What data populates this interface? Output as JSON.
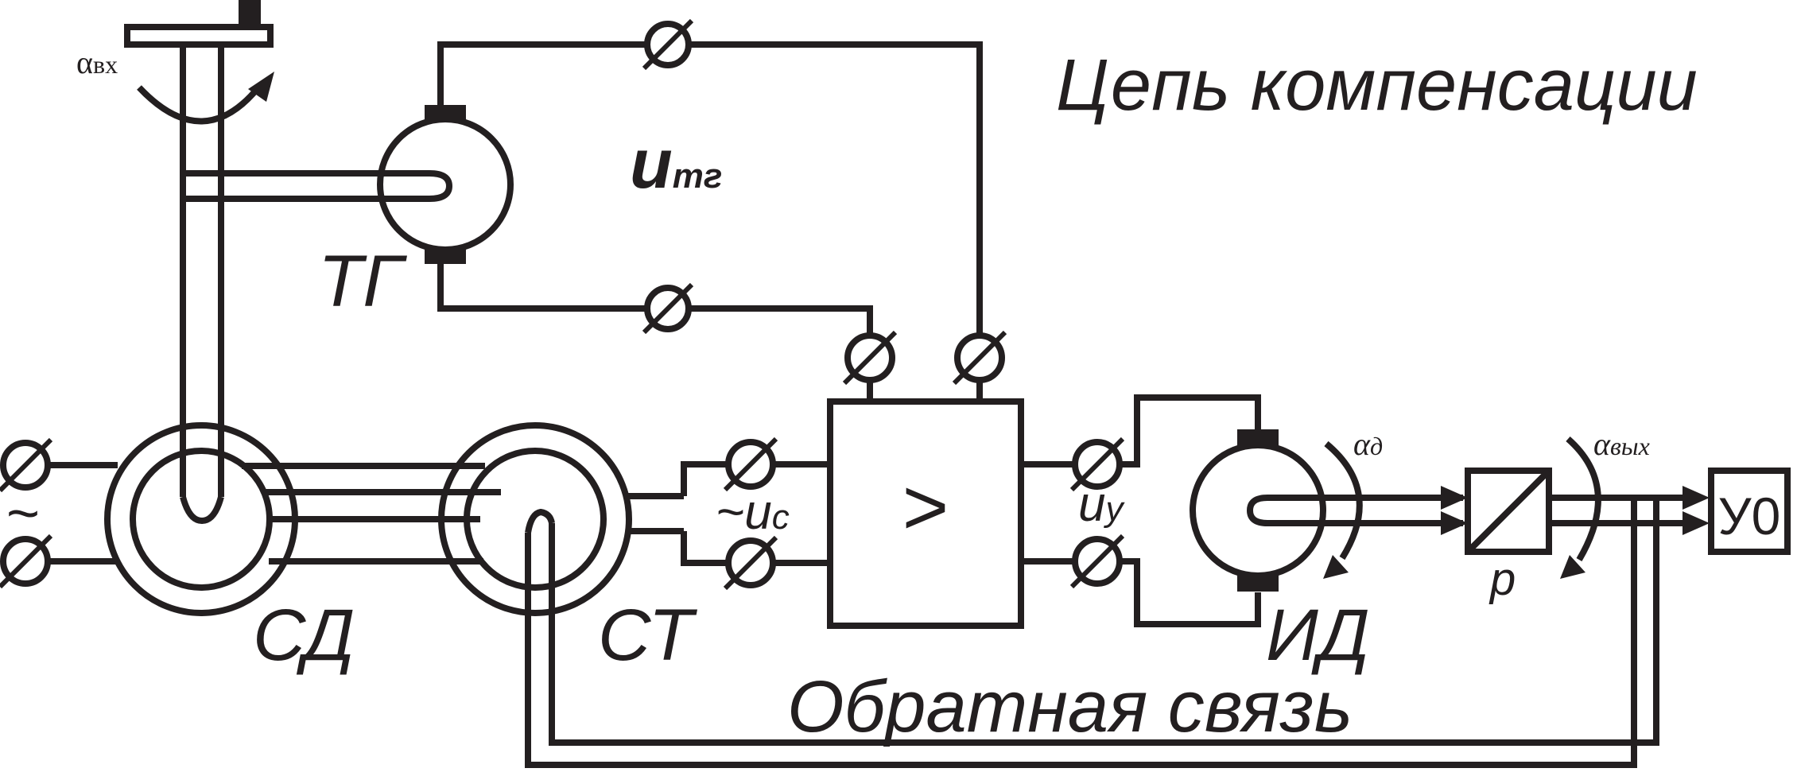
{
  "labels": {
    "compensation_circuit": "Цепь компенсации",
    "feedback": "Обратная связь",
    "tachogenerator": "ТГ",
    "synchro_transmitter": "СД",
    "synchro_receiver": "СТ",
    "executive_motor": "ИД",
    "reducer": "p",
    "output_device": "У0",
    "amplifier_symbol": ">",
    "tilde": "~",
    "alpha": "α"
  },
  "voltages": {
    "u": "u",
    "tg_sub": "тг",
    "c_sub": "c",
    "y_sub": "y"
  },
  "angles": {
    "alpha_in_sub": "вх",
    "alpha_d_sub": "д",
    "alpha_out_sub": "вых"
  }
}
